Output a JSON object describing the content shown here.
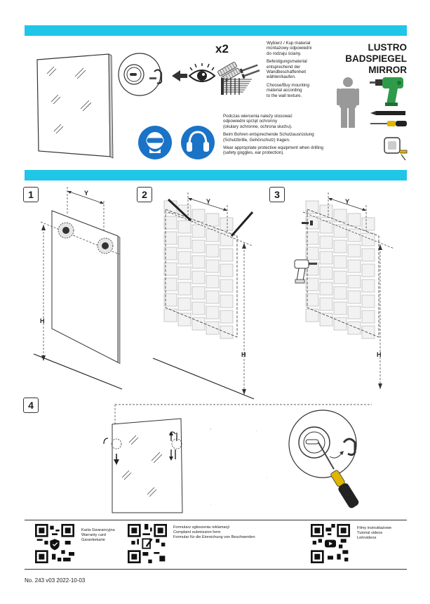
{
  "header": {
    "title_lines": [
      "LUSTRO",
      "BADSPIEGEL",
      "MIRROR"
    ],
    "quantity": "x2"
  },
  "instructions": {
    "mounting_pl": [
      "Wybierz / Kup materiał",
      "montażowy odpowiedni",
      "do rodzaju ściany."
    ],
    "mounting_de": [
      "Befestigungsmaterial",
      "entsprechend der",
      "Wandbeschaffenheit",
      "wählen/kaufen."
    ],
    "mounting_en": [
      "Choose/Buy mounting",
      "material according",
      "to the wall texture."
    ],
    "safety_pl": [
      "Podczas wiercenia należy stosować",
      "odpowiedni sprzęt ochronny",
      "(okulary ochronne, ochrona słuchu)."
    ],
    "safety_de": [
      "Beim Bohren entsprechende Schutzausrüstung",
      "(Schutzbrille, Gehörschutz) tragen."
    ],
    "safety_en": [
      "Wear appropriate protective equipment when drilling",
      "(safety goggles, ear protection)."
    ]
  },
  "steps": {
    "step1": "1",
    "step2": "2",
    "step3": "3",
    "step4": "4",
    "dim_y": "Y",
    "dim_h": "H"
  },
  "footer": {
    "warranty": [
      "Karta Gwarancyjna",
      "Warranty card",
      "Garantiekarte"
    ],
    "complaint": [
      "Formularz zgłoszenia reklamacji",
      "Complaint submission form",
      "Formular für die Einreichung von Beschwerden"
    ],
    "videos": [
      "Filmy instruktażowe",
      "Tutorial videos",
      "Lehrvideos"
    ],
    "doc_number": "No. 243 v03 2022-10-03"
  },
  "colors": {
    "band": "#1fc6e8",
    "safety_blue": "#1a73c6",
    "drill_green": "#2e9b4a"
  }
}
